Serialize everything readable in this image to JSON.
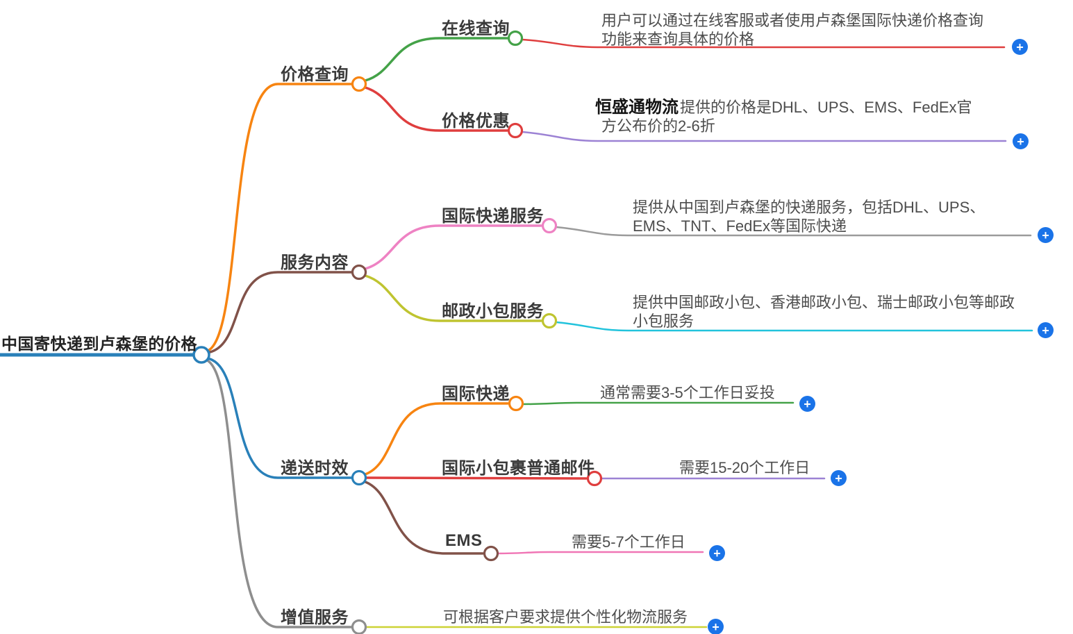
{
  "root": {
    "label": "中国寄快递到卢森堡的价格"
  },
  "branches": [
    {
      "label": "价格查询",
      "children": [
        {
          "label": "在线查询",
          "leaf_lines": [
            "用户可以通过在线客服或者使用卢森堡国际快递价格查询",
            "功能来查询具体的价格"
          ]
        },
        {
          "label": "价格优惠",
          "leaf_highlight": "恒盛通物流",
          "leaf_lines": [
            "提供的价格是DHL、UPS、EMS、FedEx官",
            "方公布价的2-6折"
          ]
        }
      ]
    },
    {
      "label": "服务内容",
      "children": [
        {
          "label": "国际快递服务",
          "leaf_lines": [
            "提供从中国到卢森堡的快递服务，包括DHL、UPS、",
            "EMS、TNT、FedEx等国际快递"
          ]
        },
        {
          "label": "邮政小包服务",
          "leaf_lines": [
            "提供中国邮政小包、香港邮政小包、瑞士邮政小包等邮政",
            "小包服务"
          ]
        }
      ]
    },
    {
      "label": "递送时效",
      "children": [
        {
          "label": "国际快递",
          "leaf_lines": [
            "通常需要3-5个工作日妥投"
          ]
        },
        {
          "label": "国际小包裹普通邮件",
          "leaf_lines": [
            "需要15-20个工作日"
          ]
        },
        {
          "label": "EMS",
          "leaf_lines": [
            "需要5-7个工作日"
          ]
        }
      ]
    },
    {
      "label": "增值服务",
      "leaf_lines": [
        "可根据客户要求提供个性化物流服务"
      ]
    }
  ],
  "icons": {
    "add": "+"
  },
  "colors": {
    "root_blue": "#2980b9",
    "branch_orange": "#f78411",
    "branch_brown": "#815249",
    "branch_blue": "#2980b9",
    "branch_gray": "#8e8e8e",
    "green": "#44a248",
    "red": "#df3e3e",
    "pink": "#ee82c3",
    "olive": "#bfc430",
    "cyan": "#22c3dc",
    "purple": "#9c82d4",
    "ems_pink": "#f075b5",
    "yellow_green": "#cdd335",
    "add_button_blue": "#1a73e8"
  }
}
